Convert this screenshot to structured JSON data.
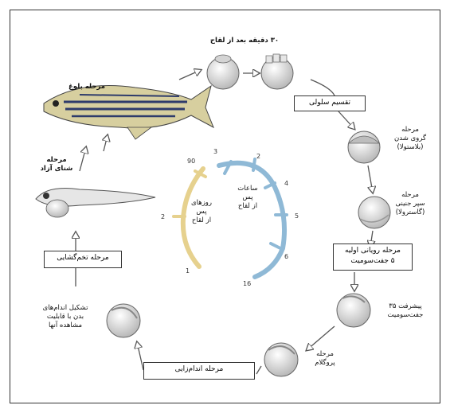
{
  "labels": {
    "top_stage": "۳۰ دقیقه بعد از لقاح",
    "adult": "مرحله بلوغ",
    "free_swim": "مرحله\nشنای آزاد",
    "cleavage": "تقسیم سلولی",
    "blastula": "مرحله\nگروی شدن\n(بلاستولا)",
    "gastrula": "مرحله\nسپر جنینی\n(گاسترولا)",
    "somite_early": "مرحله رویانی اولیه\n۵ جفت‌سومیت",
    "somite_5": "پیشرفت ۳۵\nجفت‌سومیت",
    "proglam": "مرحله\nپروگلام",
    "segmentation": "مرحله اندام‌زایی",
    "organs_visible": "تشکیل اندام‌های\nبدن با قابلیت\nمشاهده آنها",
    "hatching": "مرحله تخم‌گشایی",
    "hours_after": "ساعات\nپس\nاز لقاح",
    "days_after": "روزهای\nپس\nاز لقاح"
  },
  "numbers": {
    "hours": [
      "3",
      "2",
      "4",
      "5",
      "6",
      "16"
    ],
    "days": [
      "90",
      "2",
      "1"
    ]
  },
  "colors": {
    "blue": "#8fb9d6",
    "yellow": "#e6d18e",
    "arrow": "#555555"
  }
}
